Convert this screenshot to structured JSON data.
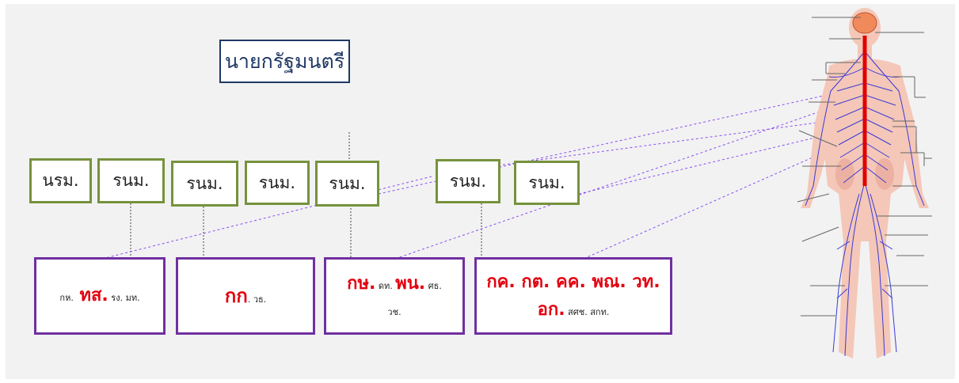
{
  "prime_minister": "นายกรัฐมนตรี",
  "ministers": [
    "นรม.",
    "รนม.",
    "รนม.",
    "รนม.",
    "รนม.",
    "รนม.",
    "รนม."
  ],
  "groups": [
    {
      "lines": [
        [
          {
            "t": "กห.",
            "red": false
          },
          {
            "t": " ทส.",
            "red": true
          },
          {
            "t": " รง. มท.",
            "red": false
          }
        ]
      ]
    },
    {
      "lines": [
        [
          {
            "t": "กก",
            "red": true
          },
          {
            "t": ". วธ.",
            "red": false
          }
        ]
      ]
    },
    {
      "lines": [
        [
          {
            "t": "กษ.",
            "red": true
          },
          {
            "t": " ดท. ",
            "red": false
          },
          {
            "t": "พน.",
            "red": true
          },
          {
            "t": " ศธ.",
            "red": false
          }
        ],
        [
          {
            "t": "วช.",
            "red": false
          }
        ]
      ]
    },
    {
      "lines": [
        [
          {
            "t": "กค. กต. คค. พณ. วท.",
            "red": true
          }
        ],
        [
          {
            "t": "อก.",
            "red": true
          },
          {
            "t": " สศช. สกท.",
            "red": false
          }
        ]
      ]
    }
  ],
  "colors": {
    "minister_border": "#76923c",
    "group_border": "#7030a0",
    "title_border": "#1f3864",
    "highlight": "#e3000f",
    "connector": "#8a4ff0",
    "nerves": "#3b3bd6",
    "spine": "#e00000"
  },
  "icons": {
    "figure": "human-nervous-system-illustration",
    "brain": "brain-icon"
  }
}
